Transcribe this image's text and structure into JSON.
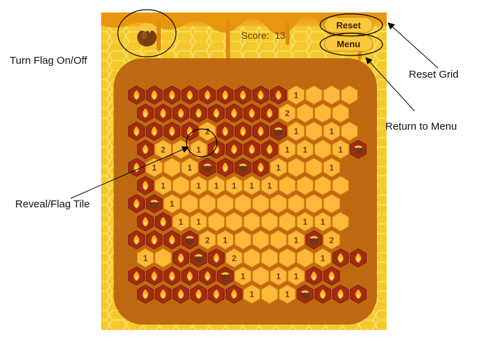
{
  "hud": {
    "score_label": "Score:",
    "score_value": "13",
    "reset_label": "Reset",
    "menu_label": "Menu",
    "flag_toggle_icon": "honey-pot-icon"
  },
  "annotations": {
    "flag_toggle": "Turn Flag On/Off",
    "reveal_flag": "Reveal/Flag Tile",
    "reset_grid": "Reset Grid",
    "return_menu": "Return to Menu"
  },
  "colors": {
    "hidden_tile": "#a52a12",
    "revealed_tile": "#ffb93a",
    "board_panel": "#b85e0c",
    "honeycomb_bg": "#f5c92a",
    "button_fill": "#fac83c",
    "number_text": "#7a3a10"
  },
  "legend": {
    "H": "hidden-fire-tile",
    "P": "flagged-honey-pot-tile",
    "E": "revealed-empty-tile",
    "1-9": "revealed-number-tile"
  },
  "board": {
    "rows": [
      "HHHHHHHHH1EEE",
      "HHHHHHHH2EEE",
      "HHHH2HHHP1E1E",
      "H2E1HHHH11E1P",
      "H1E1PHPH1EE1",
      "H1E11111EEEE",
      "HP1EEEEEEEEE",
      "HH11EEEEE11E",
      "HHHP21EEE1P2",
      "1EHPH2EEEE1HH",
      "HHHHHP1E11HH",
      "HHHHHH1E1PHHH"
    ]
  }
}
